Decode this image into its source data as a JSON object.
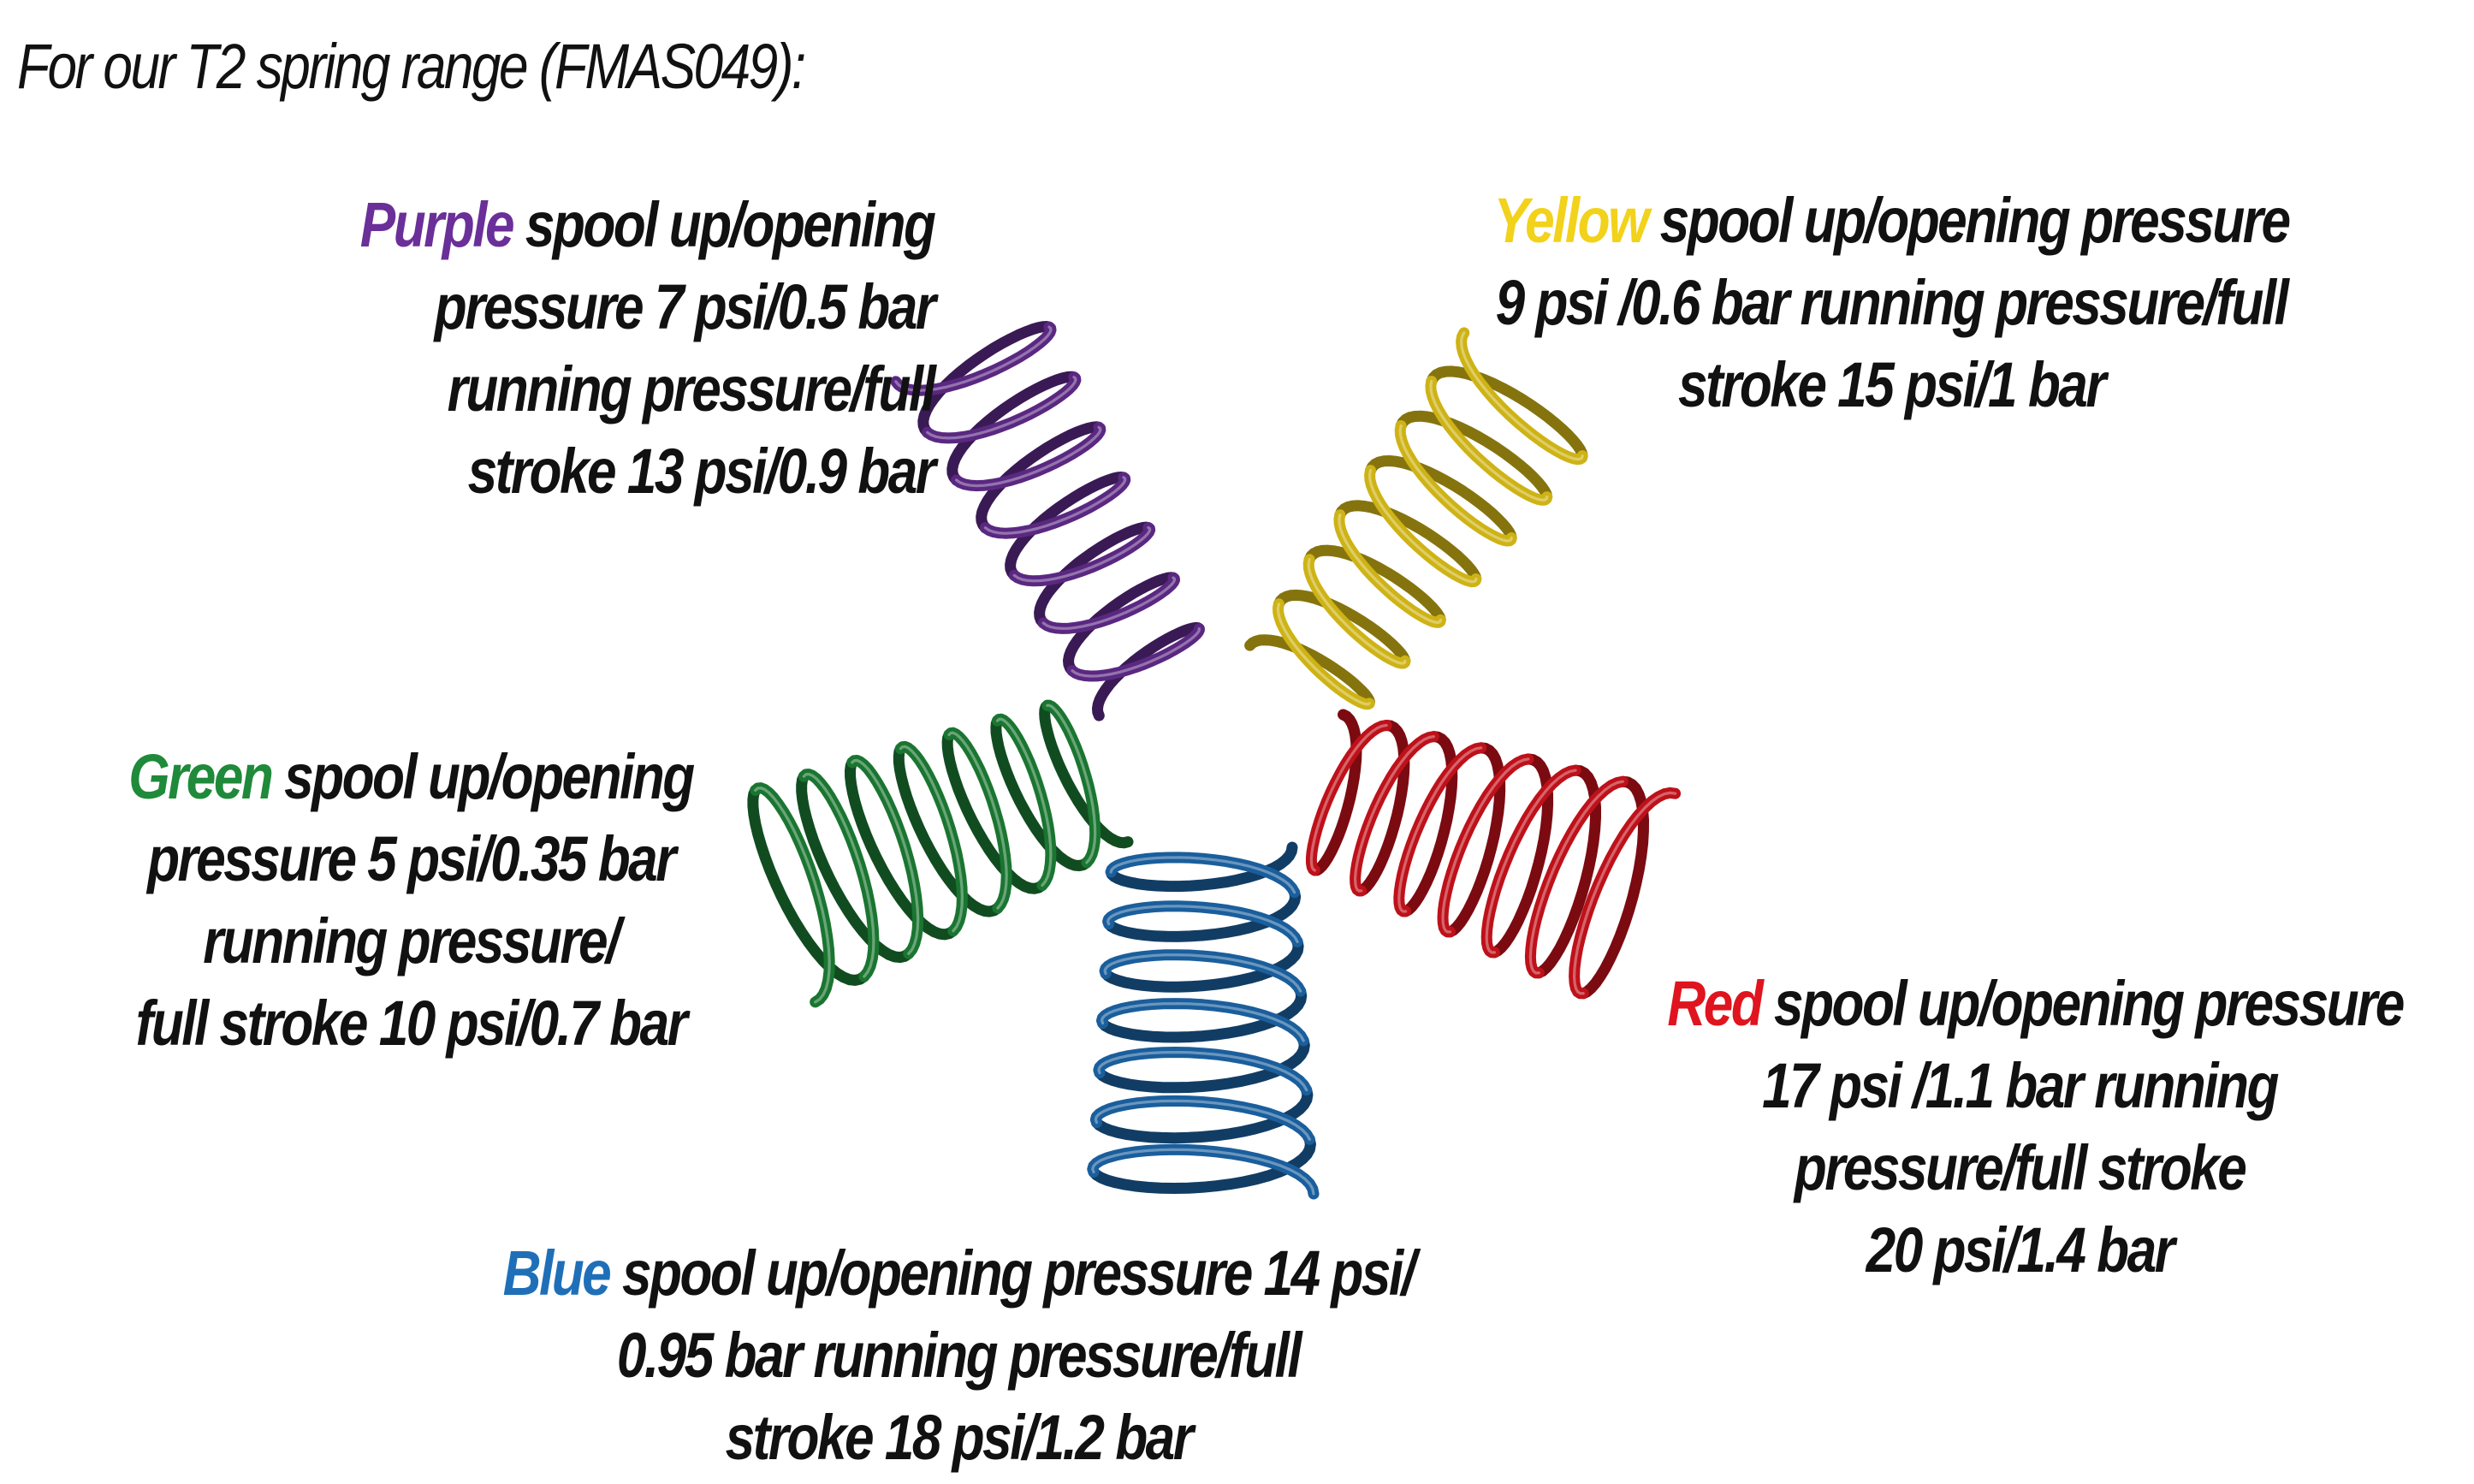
{
  "title": "For our T2 spring range (FMAS049):",
  "colors": {
    "purple": "#6a2f98",
    "yellow": "#f2d21a",
    "green": "#1f8a3a",
    "blue": "#1f6fb8",
    "red": "#e0141e"
  },
  "springs": [
    {
      "color_word": "Purple",
      "color_key": "purple",
      "lines": [
        " spool up/opening",
        "pressure 7 psi/0.5 bar",
        "running pressure/full",
        "stroke 13 psi/0.9 bar"
      ]
    },
    {
      "color_word": "Yellow",
      "color_key": "yellow",
      "lines": [
        " spool up/opening pressure",
        "9 psi /0.6 bar running pressure/full",
        "stroke 15 psi/1 bar"
      ]
    },
    {
      "color_word": "Green",
      "color_key": "green",
      "lines": [
        " spool up/opening",
        "pressure 5 psi/0.35 bar",
        "running pressure/",
        "full stroke 10 psi/0.7 bar"
      ]
    },
    {
      "color_word": "Red",
      "color_key": "red",
      "lines": [
        " spool up/opening pressure",
        "17 psi /1.1 bar running",
        "pressure/full stroke",
        "20 psi/1.4 bar"
      ]
    },
    {
      "color_word": "Blue",
      "color_key": "blue",
      "lines": [
        " spool up/opening pressure 14 psi/",
        "0.95 bar running pressure/full",
        "stroke 18 psi/1.2 bar"
      ]
    }
  ]
}
